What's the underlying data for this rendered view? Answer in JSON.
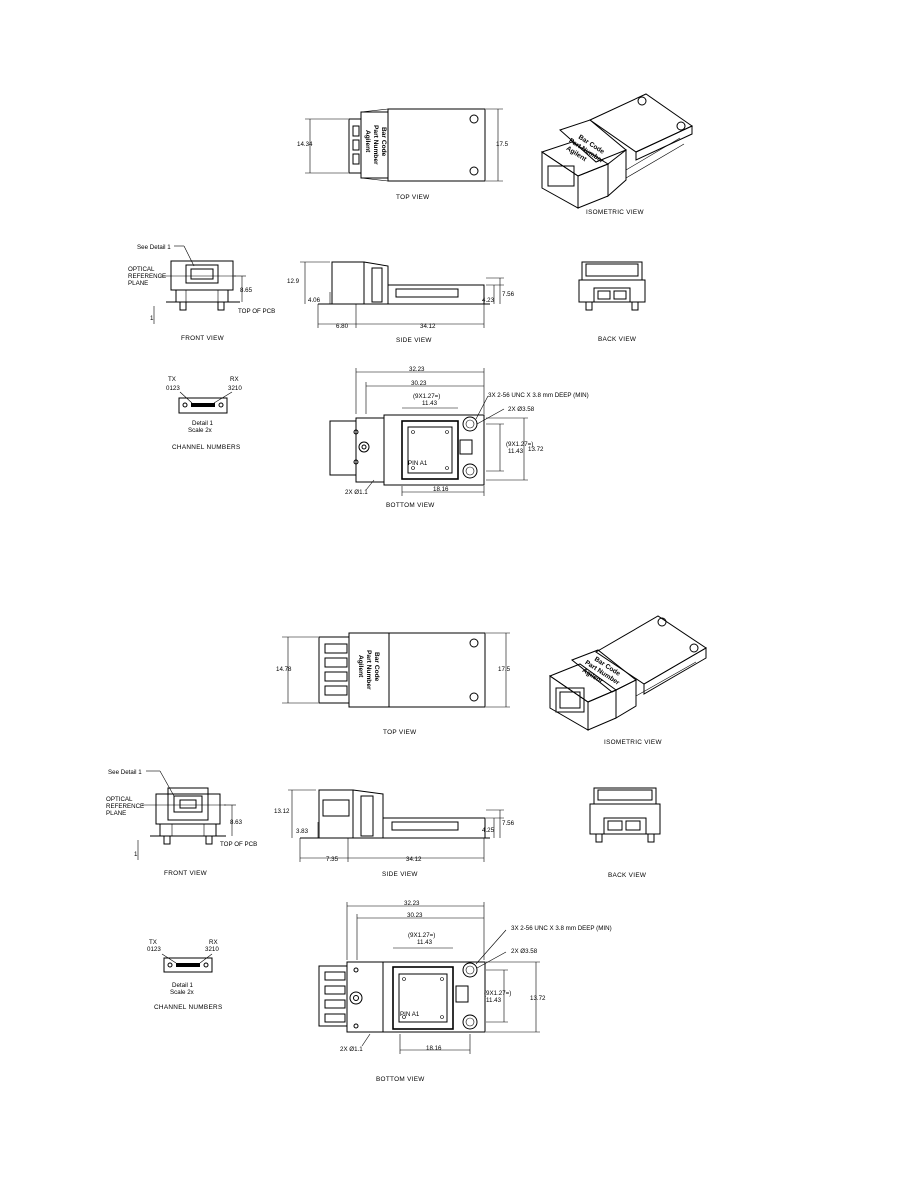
{
  "label": {
    "part_number": "Part Number",
    "agilent": "Agilent",
    "bar_code": "Bar Code"
  },
  "module1": {
    "top_view": {
      "caption": "TOP VIEW",
      "dim_width": "14.34",
      "dim_height": "17.5"
    },
    "isometric_view": {
      "caption": "ISOMETRIC VIEW"
    },
    "front_view": {
      "caption": "FRONT VIEW",
      "see_detail": "See Detail 1",
      "optical_ref": [
        "OPTICAL",
        "REFERENCE",
        "PLANE"
      ],
      "dim_height": "8.65",
      "top_of_pcb": "TOP OF PCB",
      "dim_small": "1"
    },
    "side_view": {
      "caption": "SIDE VIEW",
      "dim_height": "12.9",
      "dim_low": "4.06",
      "dim_right_a": "4.23",
      "dim_right_b": "7.56",
      "dim_left": "6.80",
      "dim_length": "34.12"
    },
    "back_view": {
      "caption": "BACK VIEW"
    },
    "detail": {
      "tx": "TX",
      "tx_ch": "0123",
      "rx": "RX",
      "rx_ch": "3210",
      "title": "Detail 1",
      "scale": "Scale 2x",
      "caption": "CHANNEL NUMBERS"
    },
    "bottom_view": {
      "caption": "BOTTOM VIEW",
      "dim_outer": "32.23",
      "dim_inner": "30.23",
      "dim_pitch": "(9X1.27=)",
      "dim_pitch_val": "11.43",
      "thread_note": "3X 2-56 UNC X 3.8 mm DEEP (MIN)",
      "hole_note": "2X Ø3.58",
      "dim_vpitch": "(9X1.27=)",
      "dim_vpitch_val": "11.43",
      "dim_height": "13.72",
      "pin": "PIN A1",
      "dim_bottom": "18.16",
      "hole_small": "2X Ø1.1"
    }
  },
  "module2": {
    "top_view": {
      "caption": "TOP VIEW",
      "dim_width": "14.78",
      "dim_height": "17.5"
    },
    "isometric_view": {
      "caption": "ISOMETRIC VIEW"
    },
    "front_view": {
      "caption": "FRONT VIEW",
      "see_detail": "See Detail 1",
      "optical_ref": [
        "OPTICAL",
        "REFERENCE",
        "PLANE"
      ],
      "dim_height": "8.63",
      "top_of_pcb": "TOP OF PCB",
      "dim_small": "1"
    },
    "side_view": {
      "caption": "SIDE VIEW",
      "dim_height": "13.12",
      "dim_low": "3.83",
      "dim_right_a": "4.25",
      "dim_right_b": "7.56",
      "dim_left": "7.35",
      "dim_length": "34.12"
    },
    "back_view": {
      "caption": "BACK VIEW"
    },
    "detail": {
      "tx": "TX",
      "tx_ch": "0123",
      "rx": "RX",
      "rx_ch": "3210",
      "title": "Detail 1",
      "scale": "Scale 2x",
      "caption": "CHANNEL NUMBERS"
    },
    "bottom_view": {
      "caption": "BOTTOM VIEW",
      "dim_outer": "32.23",
      "dim_inner": "30.23",
      "dim_pitch": "(9X1.27=)",
      "dim_pitch_val": "11.43",
      "thread_note": "3X 2-56 UNC X 3.8 mm DEEP (MIN)",
      "hole_note": "2X Ø3.58",
      "dim_vpitch": "(9X1.27=)",
      "dim_vpitch_val": "11.43",
      "dim_height": "13.72",
      "pin": "PIN A1",
      "dim_bottom": "18.16",
      "hole_small": "2X Ø1.1"
    }
  }
}
